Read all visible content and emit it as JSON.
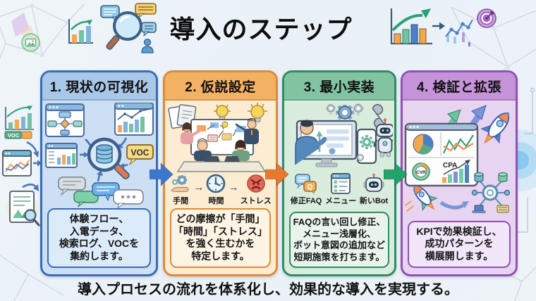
{
  "header": {
    "title": "導入のステップ",
    "icons": [
      "bar-chart",
      "magnifier-chat-bubbles",
      "growth-chart",
      "trend-dots",
      "target"
    ]
  },
  "footer": {
    "text": "導入プロセスの流れを体系化し、効果的な導入を実現する。"
  },
  "steps": [
    {
      "title": "1. 現状の可視化",
      "caption": "体験フロー、\n入電データ、\n検索ログ、VOCを\n集約します。",
      "labels": {
        "voc": "VOC"
      },
      "colors": {
        "border": "#3a6cb5",
        "header": "#a9c7e9",
        "body": "#cde0f3",
        "caption_bg": "#dcebfa"
      }
    },
    {
      "title": "2. 仮説設定",
      "caption": "どの摩擦が「手間」\n「時間」「ストレス」\nを強く生むかを\n特定します。",
      "arrow_glyph": "→",
      "icon_row": [
        {
          "icon": "gear-hand",
          "label": "手間"
        },
        {
          "icon": "clock",
          "label": "時間"
        },
        {
          "icon": "angry-face",
          "label": "ストレス"
        }
      ],
      "colors": {
        "border": "#dd8a3c",
        "header": "#f3b163",
        "body": "#fcecd2",
        "caption_bg": "#fdf4e3"
      }
    },
    {
      "title": "3. 最小実装",
      "caption": "FAQの言い回し修正、\nメニュー浅層化、\nボット意図の追加など\n短期施策を打ちます。",
      "labels": {
        "q": "Q"
      },
      "icon_row": [
        {
          "icon": "chat-faq",
          "label": "修正FAQ"
        },
        {
          "icon": "menu-window",
          "label": "メニュー"
        },
        {
          "icon": "robot",
          "label": "新いBot"
        }
      ],
      "colors": {
        "border": "#2f8c63",
        "header": "#82c3a1",
        "body": "#d9ecdd",
        "caption_bg": "#e9f5ec"
      }
    },
    {
      "title": "4. 検証と拡張",
      "caption": "KPIで効果検証し、\n成功パターンを\n横展開します。",
      "labels": {
        "cpa": "CPA",
        "cvr": "CVR"
      },
      "colors": {
        "border": "#9251b4",
        "header": "#c493d8",
        "body": "#e7d4f1",
        "caption_bg": "#f2e6fa"
      }
    }
  ],
  "flow_arrows": [
    {
      "color": "#3c78cc"
    },
    {
      "color": "#e9782f"
    },
    {
      "color": "#21a36b"
    }
  ],
  "side_icons": {
    "voc": "VOC"
  }
}
